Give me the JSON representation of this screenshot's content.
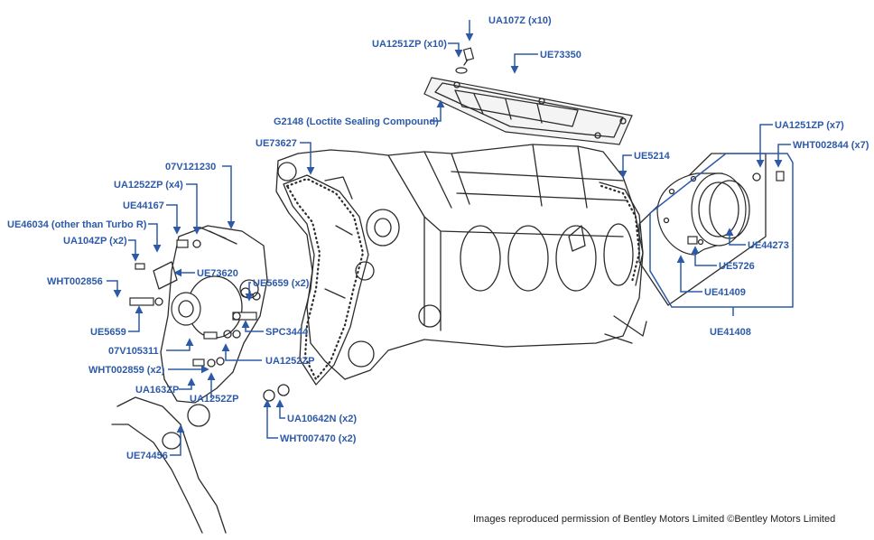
{
  "colors": {
    "label": "#2d5aa8",
    "drawing": "#2b2b2b",
    "background": "#ffffff"
  },
  "labels": {
    "ua107z": "UA107Z (x10)",
    "ua1251zp_x10": "UA1251ZP (x10)",
    "ue73350": "UE73350",
    "g2148": "G2148 (Loctite Sealing Compound)",
    "ua1251zp_x7": "UA1251ZP (x7)",
    "wht002844": "WHT002844 (x7)",
    "ue73627": "UE73627",
    "ue5214": "UE5214",
    "v07v121230": "07V121230",
    "ua1252zp_x4": "UA1252ZP (x4)",
    "ue44167": "UE44167",
    "ue46034": "UE46034 (other than Turbo R)",
    "ua104zp": "UA104ZP (x2)",
    "ue73620": "UE73620",
    "wht002856": "WHT002856",
    "ue5659_x2": "UE5659 (x2)",
    "spc3444": "SPC3444",
    "ue5659": "UE5659",
    "v07v105311": "07V105311",
    "ua1252zp_a": "UA1252ZP",
    "wht002859": "WHT002859 (x2)",
    "ua163zp": "UA163ZP",
    "ua1252zp_b": "UA1252ZP",
    "ua10642n": "UA10642N (x2)",
    "wht007470": "WHT007470 (x2)",
    "ue74456": "UE74456",
    "ue44273": "UE44273",
    "ue5726": "UE5726",
    "ue41409": "UE41409",
    "ue41408": "UE41408"
  },
  "credit": "Images reproduced permission of Bentley Motors Limited ©Bentley Motors Limited"
}
